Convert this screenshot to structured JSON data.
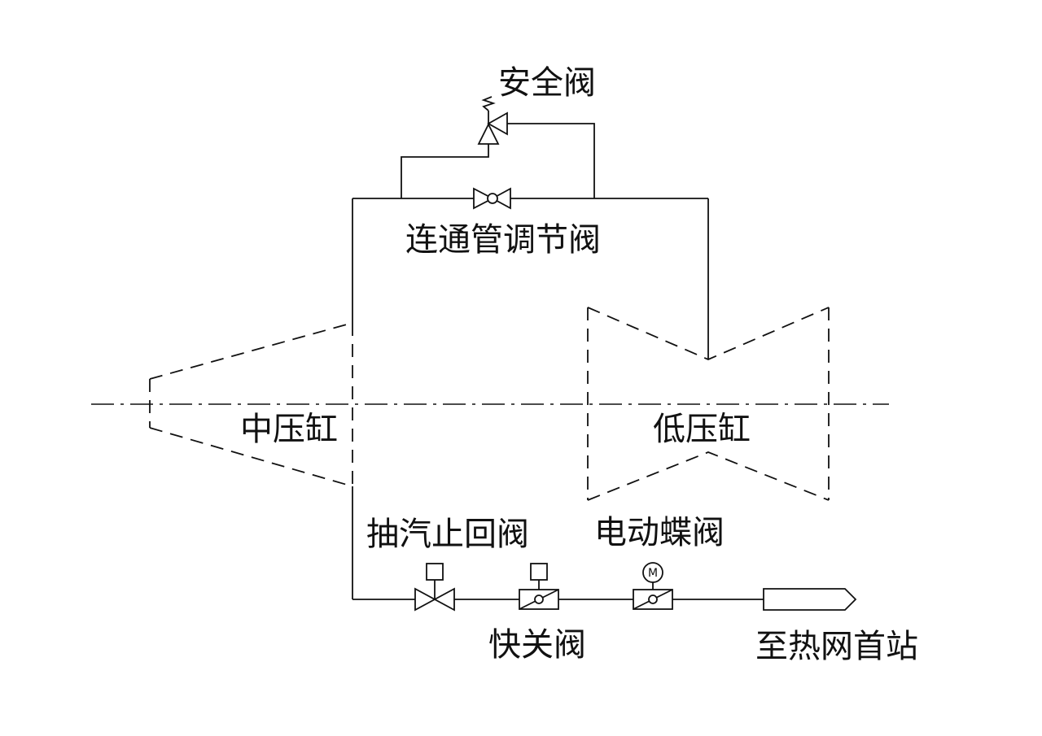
{
  "labels": {
    "safety_valve": "安全阀",
    "crossover_control_valve": "连通管调节阀",
    "ip_cylinder": "中压缸",
    "lp_cylinder": "低压缸",
    "extraction_check_valve": "抽汽止回阀",
    "electric_butterfly_valve": "电动蝶阀",
    "quick_closing_valve": "快关阀",
    "to_heating_station": "至热网首站"
  },
  "motor_symbol": "M",
  "colors": {
    "line": "#111111",
    "background": "#ffffff"
  }
}
